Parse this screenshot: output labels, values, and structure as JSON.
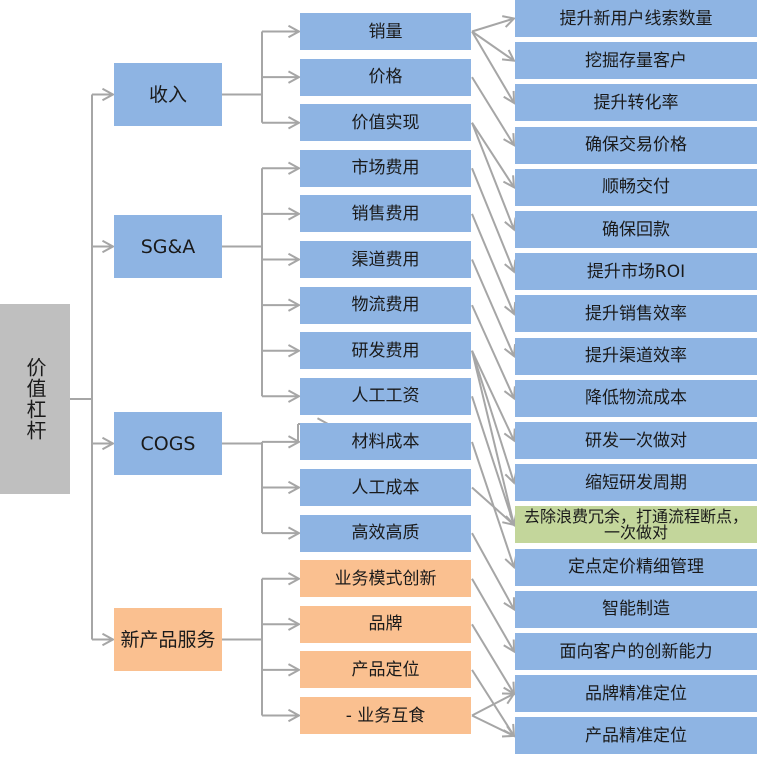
{
  "title": "价值杠杆",
  "colors": {
    "blue": "#8eb4e3",
    "orange": "#fac090",
    "green": "#c3d69b",
    "root": "#bfbfbf",
    "connector": "#a6a6a6"
  },
  "root": {
    "label": "价值杠杆"
  },
  "categories": [
    {
      "id": "revenue",
      "label": "收入",
      "color": "blue",
      "children": [
        0,
        1,
        2
      ]
    },
    {
      "id": "sga",
      "label": "SG&A",
      "color": "blue",
      "children": [
        3,
        4,
        5,
        6,
        7,
        8
      ]
    },
    {
      "id": "cogs",
      "label": "COGS",
      "color": "blue",
      "children": [
        9,
        10,
        11
      ]
    },
    {
      "id": "new-product-service",
      "label": "新产品服务",
      "color": "orange",
      "children": [
        12,
        13,
        14,
        15
      ]
    }
  ],
  "levers": [
    {
      "label": "销量",
      "color": "blue",
      "targets": [
        0,
        1,
        2
      ]
    },
    {
      "label": "价格",
      "color": "blue",
      "targets": [
        3
      ]
    },
    {
      "label": "价值实现",
      "color": "blue",
      "targets": [
        4,
        5
      ]
    },
    {
      "label": "市场费用",
      "color": "blue",
      "targets": [
        6
      ]
    },
    {
      "label": "销售费用",
      "color": "blue",
      "targets": [
        7
      ]
    },
    {
      "label": "渠道费用",
      "color": "blue",
      "targets": [
        8
      ]
    },
    {
      "label": "物流费用",
      "color": "blue",
      "targets": [
        9
      ]
    },
    {
      "label": "研发费用",
      "color": "blue",
      "targets": [
        10,
        11,
        12
      ]
    },
    {
      "label": "人工工资",
      "color": "blue",
      "targets": [
        12
      ]
    },
    {
      "label": "材料成本",
      "color": "blue",
      "targets": [
        13
      ]
    },
    {
      "label": "人工成本",
      "color": "blue",
      "targets": [
        12
      ]
    },
    {
      "label": "高效高质",
      "color": "blue",
      "targets": [
        14
      ]
    },
    {
      "label": "业务模式创新",
      "color": "orange",
      "targets": [
        15
      ]
    },
    {
      "label": "品牌",
      "color": "orange",
      "targets": [
        16
      ]
    },
    {
      "label": "产品定位",
      "color": "orange",
      "targets": [
        17
      ]
    },
    {
      "label": "- 业务互食",
      "color": "orange",
      "targets": [
        16,
        17
      ]
    }
  ],
  "actions": [
    {
      "label": "提升新用户线索数量",
      "color": "blue"
    },
    {
      "label": "挖掘存量客户",
      "color": "blue"
    },
    {
      "label": "提升转化率",
      "color": "blue"
    },
    {
      "label": "确保交易价格",
      "color": "blue"
    },
    {
      "label": "顺畅交付",
      "color": "blue"
    },
    {
      "label": "确保回款",
      "color": "blue"
    },
    {
      "label": "提升市场ROI",
      "color": "blue"
    },
    {
      "label": "提升销售效率",
      "color": "blue"
    },
    {
      "label": "提升渠道效率",
      "color": "blue"
    },
    {
      "label": "降低物流成本",
      "color": "blue"
    },
    {
      "label": "研发一次做对",
      "color": "blue"
    },
    {
      "label": "缩短研发周期",
      "color": "blue"
    },
    {
      "label": "去除浪费冗余，打通流程断点，一次做对",
      "color": "green"
    },
    {
      "label": "定点定价精细管理",
      "color": "blue"
    },
    {
      "label": "智能制造",
      "color": "blue"
    },
    {
      "label": "面向客户的创新能力",
      "color": "blue"
    },
    {
      "label": "品牌精准定位",
      "color": "blue"
    },
    {
      "label": "产品精准定位",
      "color": "blue"
    }
  ]
}
